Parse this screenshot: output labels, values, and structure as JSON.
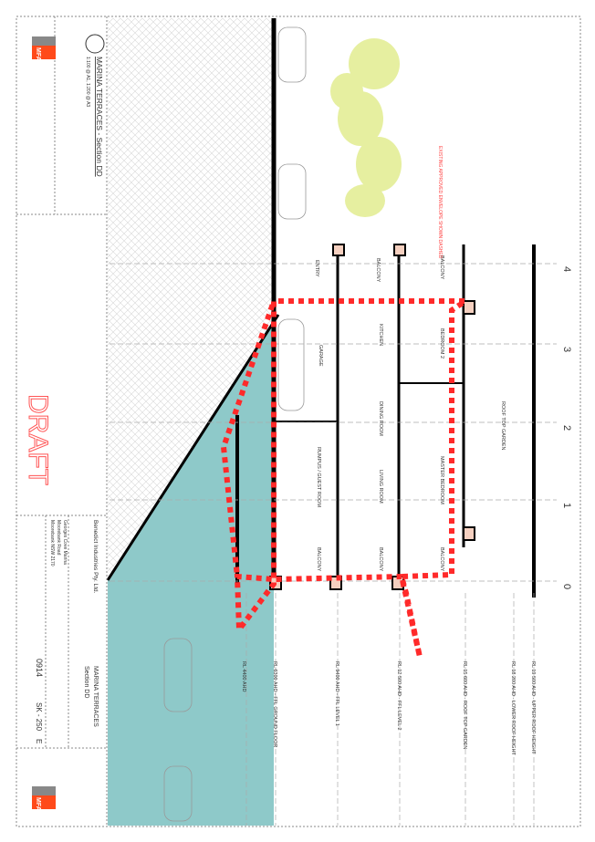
{
  "title_block": {
    "drawing_title": "MARINA TERRACES - Section DD",
    "scale_note": "1:100 @ A1, 1:200 @ A3",
    "draft_stamp": "DRAFT",
    "client": "Benedict Industries Pty. Ltd.",
    "address_lines": [
      "Georges Cove Marina",
      "Moorebank Road",
      "Moorebank  NSW  2170"
    ],
    "project": "MARINA TERRACES",
    "sheet_title": "Section DD",
    "job_number": "0914",
    "drawing_number": "SK - 250",
    "revision": "E",
    "logo_text": "MFA"
  },
  "grid_labels": [
    "4",
    "3",
    "2",
    "1",
    "0"
  ],
  "levels": [
    "RL 4400 AHD",
    "RL 6300 AHD - FFL GROUND FLOOR",
    "RL 9400 AHD - FFL LEVEL 1",
    "RL 12 500 AHD - FFL LEVEL 2",
    "RL 15 600 AHD - ROOF TOP GARDEN",
    "RL 18 200 AHD - LOWER ROOF HEIGHT",
    "RL 19 500 AHD - UPPER ROOF HEIGHT"
  ],
  "rooms": {
    "ground": [
      "ENTRY",
      "GARAGE",
      "RUMPUS / GUEST ROOM",
      "BALCONY"
    ],
    "level1": [
      "BALCONY",
      "KITCHEN",
      "DINING ROOM",
      "LIVING ROOM",
      "BALCONY"
    ],
    "level2": [
      "BALCONY",
      "BEDROOM 2",
      "MASTER BEDROOM",
      "BALCONY"
    ],
    "roof": [
      "ROOF TOP GARDEN"
    ]
  },
  "annotation": "EXISTING APPROVED ENVELOPE SHOWN DASHED",
  "colors": {
    "envelope": "#ff2a2a",
    "water": "#8ec9c9",
    "tree": "#e6efa0",
    "logo": "#ff4a1a"
  }
}
